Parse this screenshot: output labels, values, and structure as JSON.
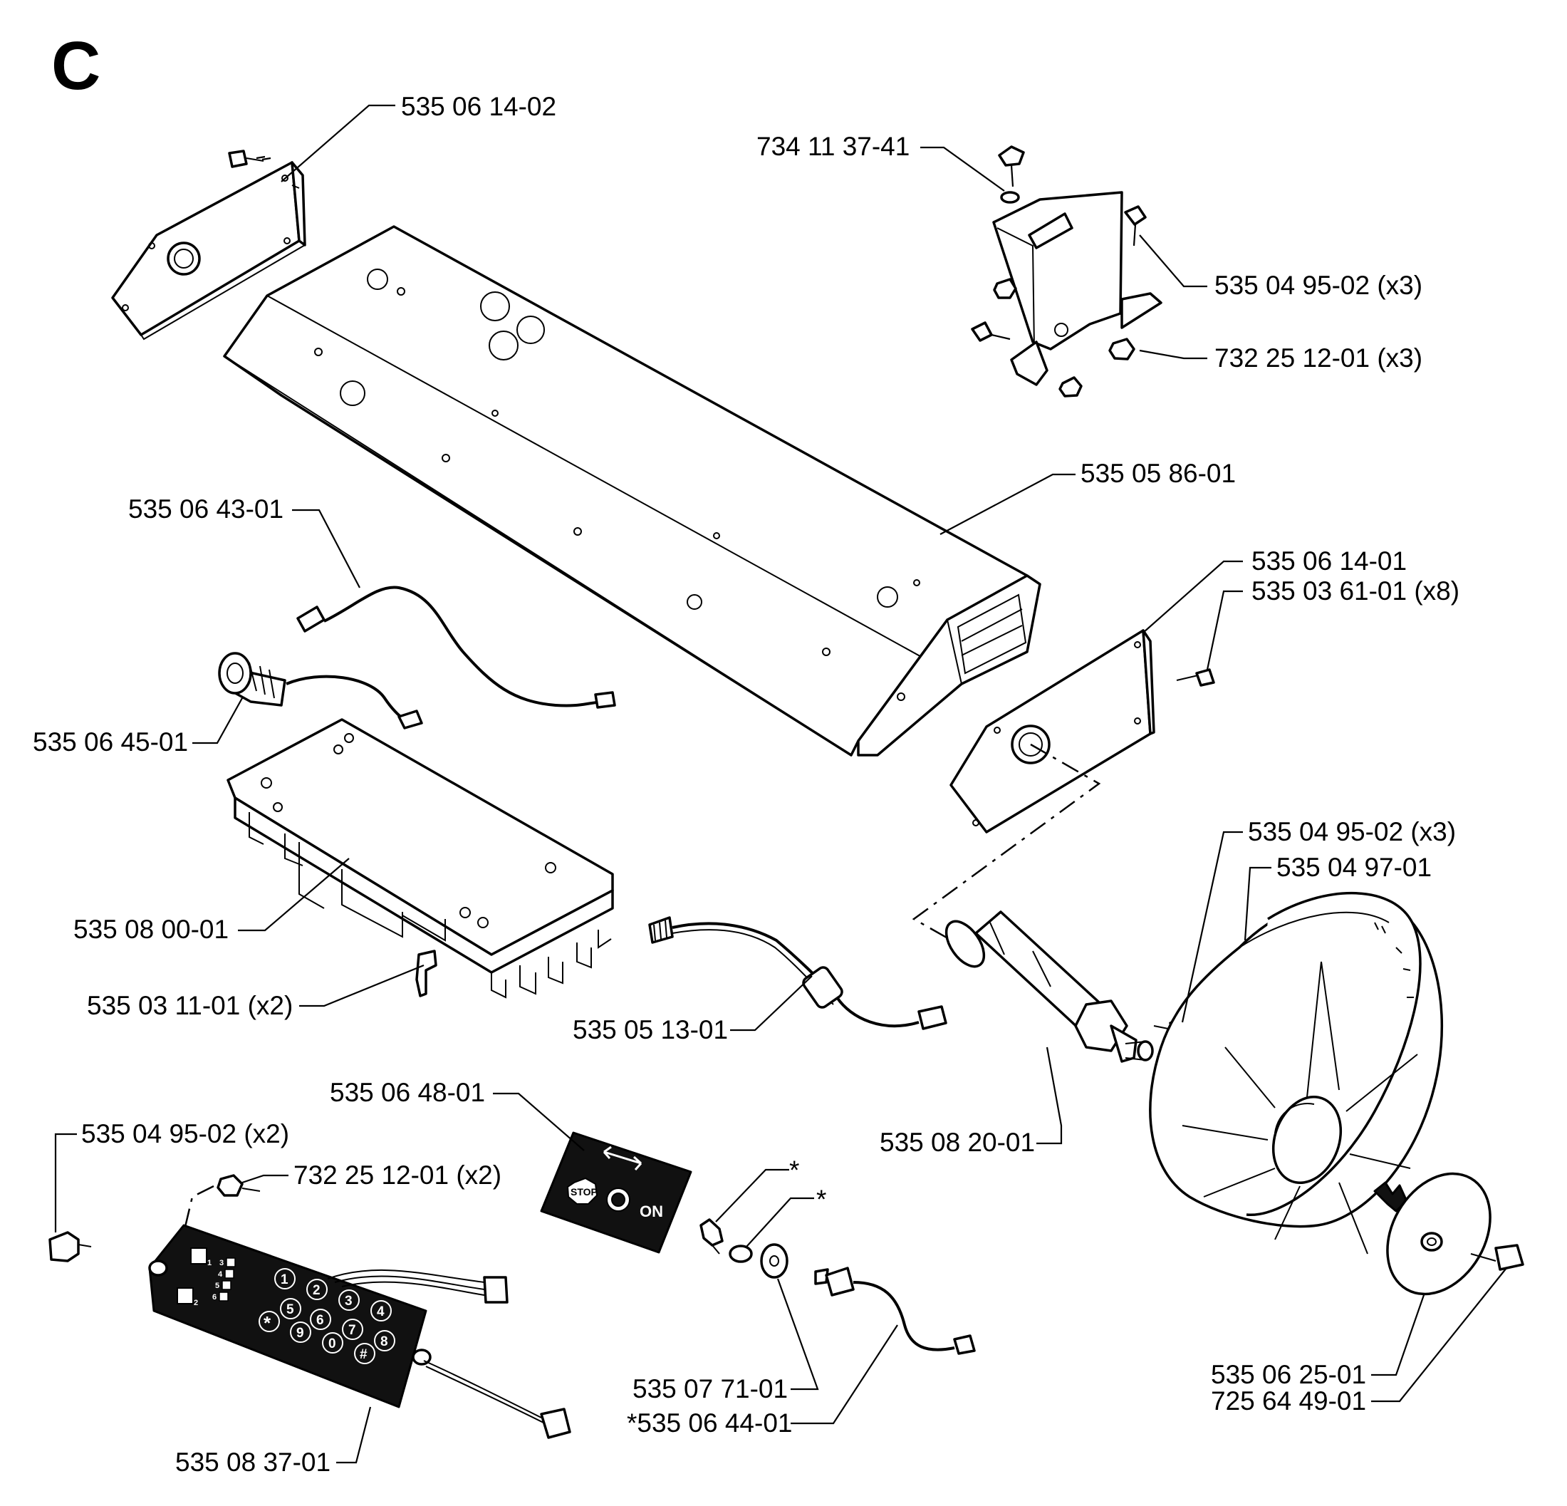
{
  "diagram": {
    "section_letter": "C",
    "labels": {
      "top_left_plate": "535 06 14-02",
      "switch_screw": "734 11 37-41",
      "switch_screws": "535 04 95-02 (x3)",
      "switch_nuts": "732 25 12-01 (x3)",
      "housing": "535 05 86-01",
      "cable_upper": "535 06 43-01",
      "right_plate": "535 06 14-01",
      "right_plate_screws": "535 03 61-01 (x8)",
      "buzzer": "535 06 45-01",
      "wheel_screws": "535 04 95-02 (x3)",
      "wheel": "535 04 97-01",
      "circuit_board": "535 08 00-01",
      "board_clips": "535 03 11-01 (x2)",
      "cable_mid": "535 05 13-01",
      "label_plate": "535 06 48-01",
      "motor": "535 08 20-01",
      "keypad_screws": "535 04 95-02 (x2)",
      "keypad_nuts": "732 25 12-01 (x2)",
      "star_a": "*",
      "star_b": "*",
      "hub_cap": "535 06 25-01",
      "hub_screw": "725 64 49-01",
      "washer": "535 07 71-01",
      "toggle_switch": "*535 06 44-01",
      "keypad": "535 08 37-01"
    },
    "control_panel_text": {
      "stop": "STOP",
      "on": "ON"
    },
    "keypad_keys": [
      "1",
      "2",
      "3",
      "4",
      "5",
      "6",
      "7",
      "8",
      "9",
      "0",
      "*",
      "#"
    ],
    "keypad_small_keys": [
      "1",
      "2",
      "3",
      "4",
      "5",
      "6"
    ]
  }
}
